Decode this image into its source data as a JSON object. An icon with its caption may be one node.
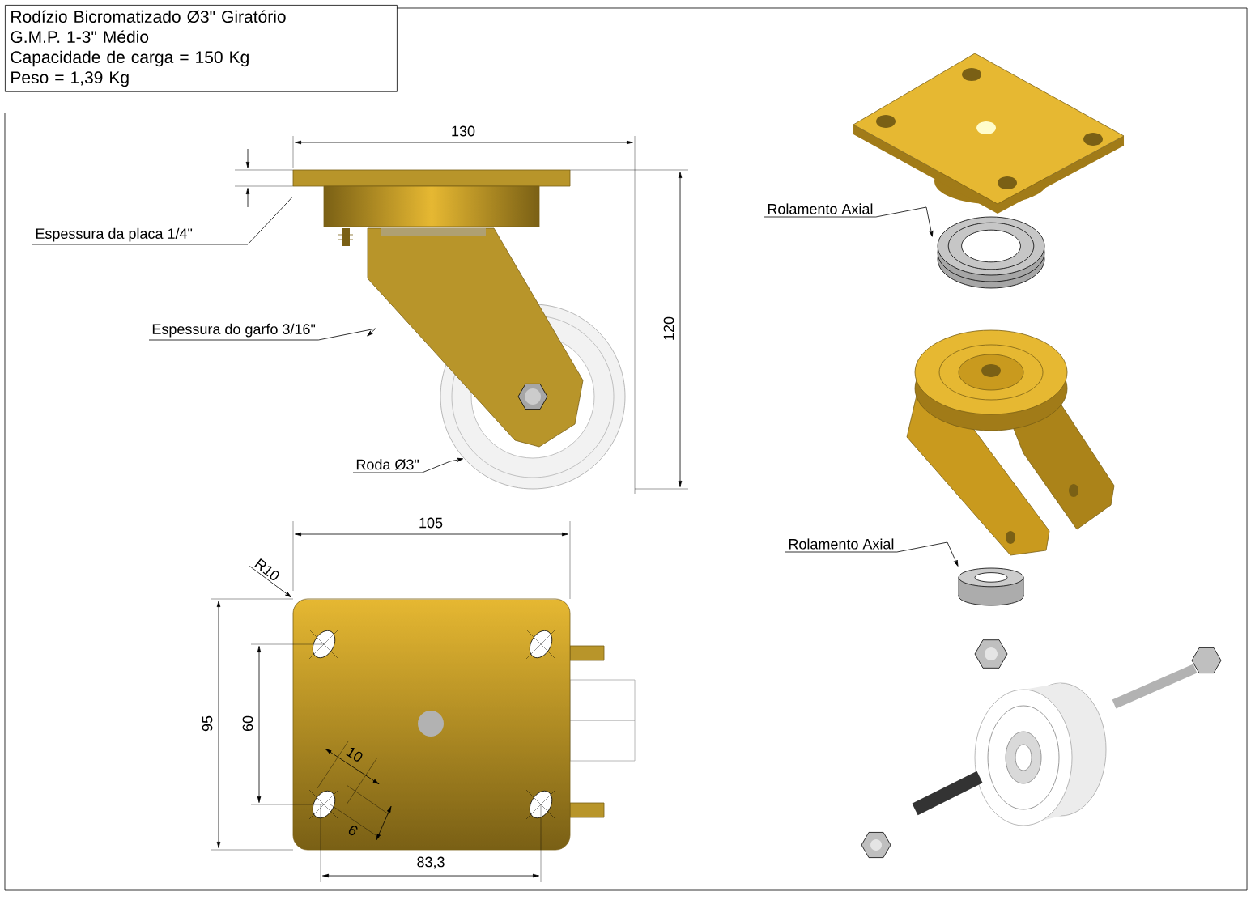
{
  "diagram": {
    "nodes": [
      {
        "text": [
          "Rodízio Bicromatizado Ø3\" Giratório",
          "G.M.P. 1-3\" Médio",
          "Capacidade de carga = 150 Kg",
          "Peso = 1,39 Kg"
        ]
      },
      {
        "text": [
          "Espessura da placa 1/4\""
        ]
      },
      {
        "text": [],
        "shape": "picture"
      },
      {
        "text": [
          "Espessura do garfo 3/16\""
        ]
      },
      {
        "text": [],
        "shape": "picture"
      },
      {
        "text": [
          "Roda Ø3\""
        ]
      },
      {
        "text": [],
        "shape": "picture"
      },
      {
        "text": [
          "R10"
        ]
      },
      {
        "text": [],
        "shape": "picture"
      },
      {
        "text": [
          "Rolamento Axial"
        ]
      },
      {
        "text": [],
        "shape": "picture"
      },
      {
        "text": [
          "Rolamento Axial"
        ]
      },
      {
        "text": [],
        "shape": "cylinder"
      }
    ],
    "edges": [
      {
        "from": 1,
        "to": 2,
        "arrow": "none"
      },
      {
        "from": 3,
        "to": 4,
        "arrow": "to"
      },
      {
        "from": 5,
        "to": 6,
        "arrow": "to"
      },
      {
        "from": 7,
        "to": 8,
        "arrow": "to"
      },
      {
        "from": 9,
        "to": 10,
        "arrow": "to"
      },
      {
        "from": 11,
        "to": 12,
        "arrow": "to"
      }
    ],
    "labels": [
      "130",
      "120",
      "105",
      "95",
      "60",
      "10",
      "6",
      "83,3"
    ]
  }
}
